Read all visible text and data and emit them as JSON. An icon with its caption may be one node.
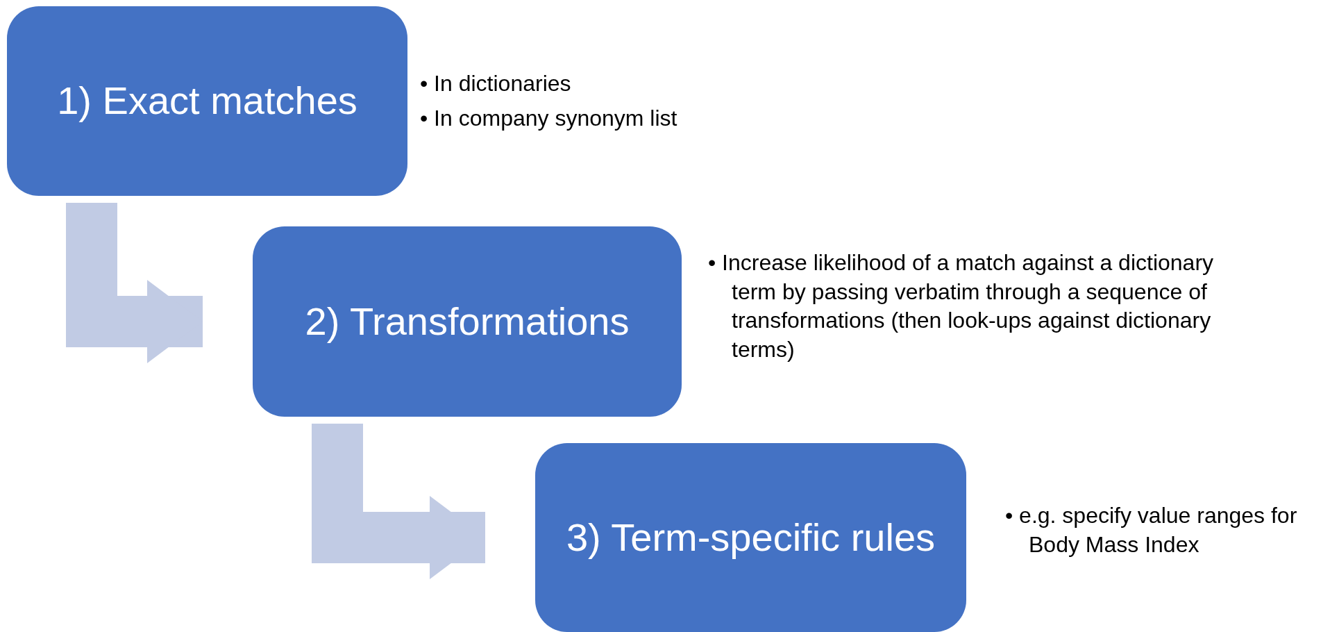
{
  "diagram": {
    "nodes": [
      {
        "text": [
          "1) Exact matches"
        ],
        "beside": [
          "• In dictionaries",
          "• In company synonym list"
        ]
      },
      {
        "text": [
          "2) Transformations"
        ],
        "beside": [
          "• Increase likelihood of a match against a dictionary term by passing verbatim through a sequence of transformations (then look-ups against dictionary terms)"
        ]
      },
      {
        "text": [
          "3) Term-specific rules"
        ],
        "beside": [
          "• e.g. specify value ranges for Body Mass Index"
        ]
      }
    ],
    "edges": [
      {
        "from": 0,
        "to": 1,
        "arrow": "to"
      },
      {
        "from": 1,
        "to": 2,
        "arrow": "to"
      }
    ]
  }
}
